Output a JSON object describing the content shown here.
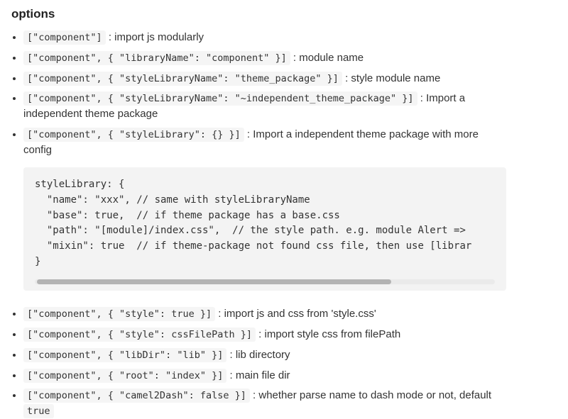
{
  "page": {
    "heading": "options"
  },
  "colors": {
    "text": "#333333",
    "inline_code_bg": "#f5f5f5",
    "code_block_bg": "#f3f3f3",
    "scrollbar_thumb": "#b3b3b3"
  },
  "options_list_top": [
    {
      "code": "[\"component\"]",
      "desc": " : import js modularly"
    },
    {
      "code": "[\"component\", { \"libraryName\": \"component\" }]",
      "desc": " : module name"
    },
    {
      "code": "[\"component\", { \"styleLibraryName\": \"theme_package\" }]",
      "desc": " : style module name"
    },
    {
      "code": "[\"component\", { \"styleLibraryName\": \"~independent_theme_package\" }]",
      "desc": " : Import a independent theme package"
    },
    {
      "code": "[\"component\", { \"styleLibrary\": {} }]",
      "desc": " : Import a independent theme package with more config"
    }
  ],
  "code_block": {
    "lines": [
      "styleLibrary: {",
      "  \"name\": \"xxx\", // same with styleLibraryName",
      "  \"base\": true,  // if theme package has a base.css",
      "  \"path\": \"[module]/index.css\",  // the style path. e.g. module Alert =>",
      "  \"mixin\": true  // if theme-package not found css file, then use [librar",
      "}"
    ]
  },
  "options_list_bottom": [
    {
      "code": "[\"component\", { \"style\": true }]",
      "desc": " : import js and css from 'style.css'"
    },
    {
      "code": "[\"component\", { \"style\": cssFilePath }]",
      "desc": " : import style css from filePath"
    },
    {
      "code": "[\"component\", { \"libDir\": \"lib\" }]",
      "desc": " : lib directory"
    },
    {
      "code": "[\"component\", { \"root\": \"index\" }]",
      "desc": " : main file dir"
    },
    {
      "code": "[\"component\", { \"camel2Dash\": false }]",
      "desc": " : whether parse name to dash mode or not, default ",
      "code2": "true"
    }
  ]
}
